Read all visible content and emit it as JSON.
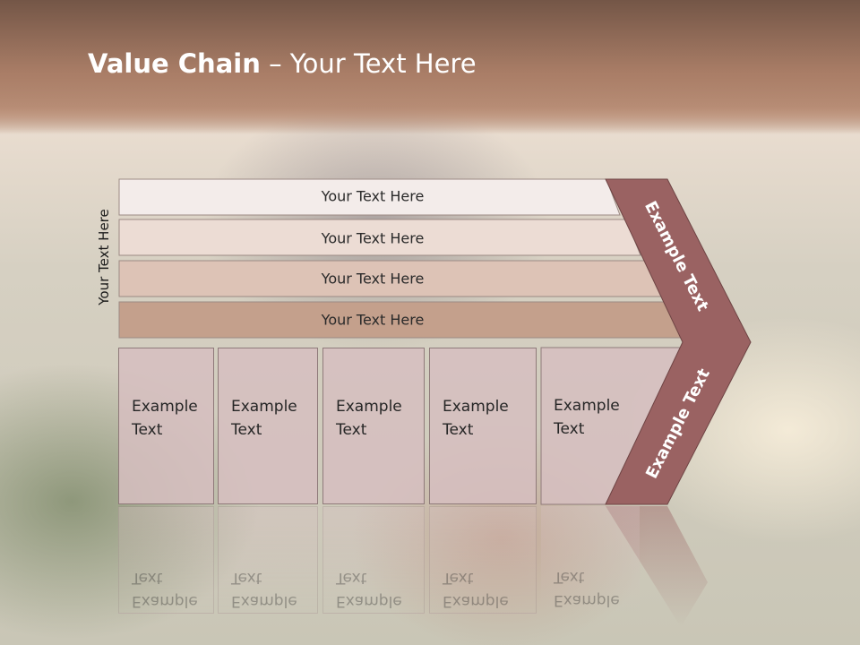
{
  "slide": {
    "title_bold": "Value Chain",
    "title_rest": " – Your Text Here",
    "vertical_label": "Your Text Here"
  },
  "bars": [
    {
      "label": "Your Text Here",
      "fill": "#f3ecea"
    },
    {
      "label": "Your Text Here",
      "fill": "#ecdcd4"
    },
    {
      "label": "Your Text Here",
      "fill": "#ddc3b6"
    },
    {
      "label": "Your Text Here",
      "fill": "#c4a08c"
    }
  ],
  "boxes": [
    {
      "line1": "Example",
      "line2": "Text"
    },
    {
      "line1": "Example",
      "line2": "Text"
    },
    {
      "line1": "Example",
      "line2": "Text"
    },
    {
      "line1": "Example",
      "line2": "Text"
    },
    {
      "line1": "Example",
      "line2": "Text"
    }
  ],
  "chevron": {
    "upper_label": "Example Text",
    "lower_label": "Example Text",
    "fill": "#9a6262"
  }
}
